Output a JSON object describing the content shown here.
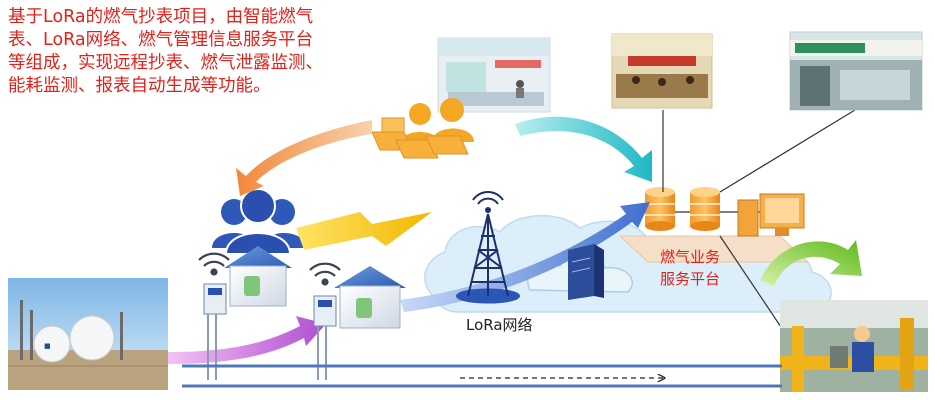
{
  "intro": {
    "lines": [
      "基于LoRa的燃气抄表项目，由智能燃气",
      "表、LoRa网络、燃气管理信息服务平台",
      "等组成，实现远程抄表、燃气泄露监测、",
      "能耗监测、报表自动生成等功能。"
    ]
  },
  "labels": {
    "lora_network": "LoRa网络",
    "platform_line1": "燃气业务",
    "platform_line2": "服务平台"
  },
  "icons": {
    "users_group": "users-group-icon",
    "operators": "operators-icon",
    "tower": "radio-tower-icon",
    "server": "server-icon",
    "database": "database-icon",
    "computer": "computer-icon",
    "meter_house": "gas-meter-house-icon",
    "wifi": "wifi-icon"
  },
  "colors": {
    "intro_text": "#e0221b",
    "platform_text": "#e0221b",
    "cloud": "#d9ecf7",
    "arrow_orange": "#f59a4a",
    "arrow_teal": "#2fc2c8",
    "arrow_green": "#7ccc2a",
    "arrow_purple": "#c05ad8",
    "arrow_blue": "#5b8bd8",
    "lightning": "#f5c400",
    "pipeline": "#4f78b8"
  }
}
